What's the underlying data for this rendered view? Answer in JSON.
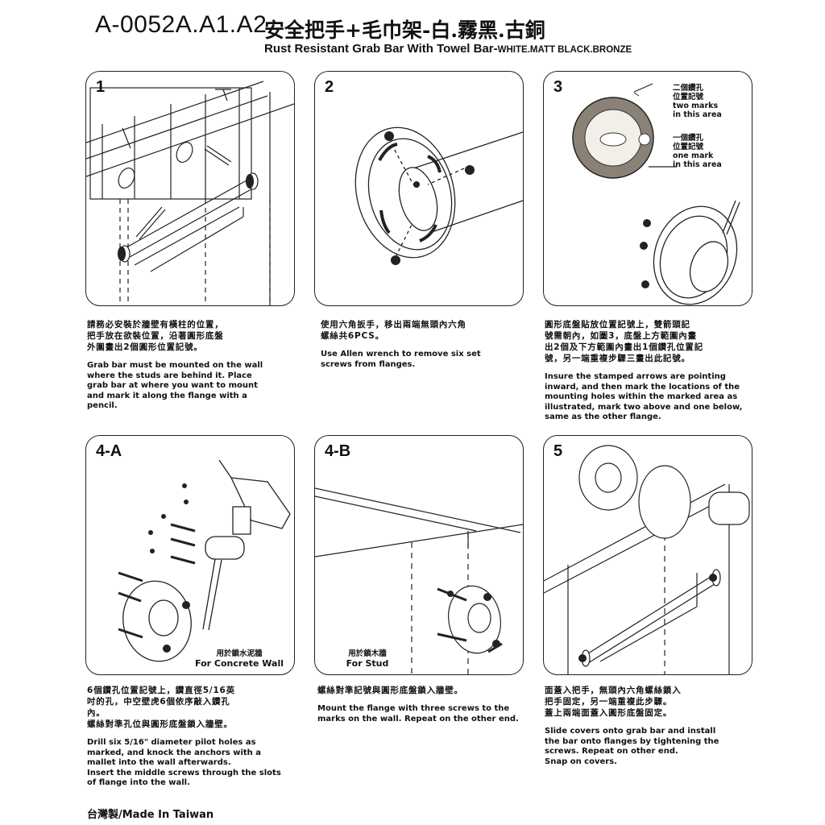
{
  "header": {
    "model": "A-0052A.A1.A2",
    "title_cn": "安全把手+毛巾架-白.霧黑.古銅",
    "title_en": "Rust Resistant Grab Bar With Towel Bar-",
    "title_en_finishes": "WHITE.MATT BLACK.BRONZE"
  },
  "steps": [
    {
      "number": "1",
      "text_cn": "請務必安裝於牆壁有橫柱的位置，\n把手放在欲裝位置，沿著圓形底盤\n外圍畫出2個圓形位置記號。",
      "text_en": "Grab bar must be mounted on the wall\nwhere the studs are behind it. Place\ngrab bar at where you want to mount\nand mark it along the flange with a\npencil."
    },
    {
      "number": "2",
      "text_cn": "使用六角扳手，移出兩端無頭內六角\n螺絲共6PCS。",
      "text_en": "Use Allen wrench to remove six set\nscrews from flanges."
    },
    {
      "number": "3",
      "note_top_cn": "二個鑽孔\n位置記號",
      "note_top_en": "two marks\nin this area",
      "note_bottom_cn": "一個鑽孔\n位置記號",
      "note_bottom_en": "one mark\nin this area",
      "text_cn": "圓形底盤貼放位置記號上，雙箭頭記\n號需朝內，如圖3，底盤上方範圍內畫\n出2個及下方範圍內畫出1個鑽孔位置記\n號，另一端重複步驟三畫出此記號。",
      "text_en": "Insure the stamped arrows are pointing\ninward, and then mark the locations of the\nmounting holes within the marked area as\nillustrated, mark two above and one below,\nsame as the other flange."
    },
    {
      "number": "4-A",
      "caption_cn": "用於鎖水泥牆",
      "caption_en": "For Concrete Wall",
      "text_cn": "6個鑽孔位置記號上，鑽直徑5/16英\n吋的孔，中空壁虎6個依序敲入鑽孔\n內。\n螺絲對準孔位與圓形底盤鎖入牆壁。",
      "text_en": "Drill six 5/16\" diameter pilot holes as\nmarked, and knock the anchors with a\nmallet into the wall afterwards.\nInsert the middle screws through the slots\nof flange into the wall."
    },
    {
      "number": "4-B",
      "caption_cn": "用於鎖木牆",
      "caption_en": "For Stud",
      "text_cn": "螺絲對準記號與圓形底盤鎖入牆壁。",
      "text_en": "Mount the flange with three screws to the\nmarks on the wall. Repeat on the other end."
    },
    {
      "number": "5",
      "text_cn": "面蓋入把手，無頭內六角螺絲鎖入\n把手固定，另一端重複此步驟。\n蓋上兩端面蓋入圓形底盤固定。",
      "text_en": "Slide covers onto grab bar and install\nthe bar onto flanges by tightening the\nscrews. Repeat on other end.\nSnap on covers."
    }
  ],
  "footer": "台灣製/Made In Taiwan"
}
